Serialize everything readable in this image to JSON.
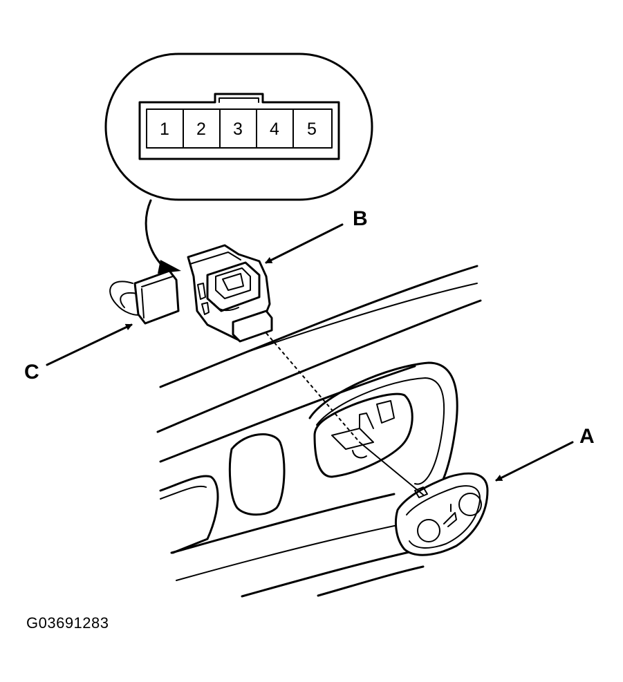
{
  "connector_pins": [
    "1",
    "2",
    "3",
    "4",
    "5"
  ],
  "callouts": {
    "a": "A",
    "b": "B",
    "c": "C"
  },
  "figure_id": "G03691283"
}
